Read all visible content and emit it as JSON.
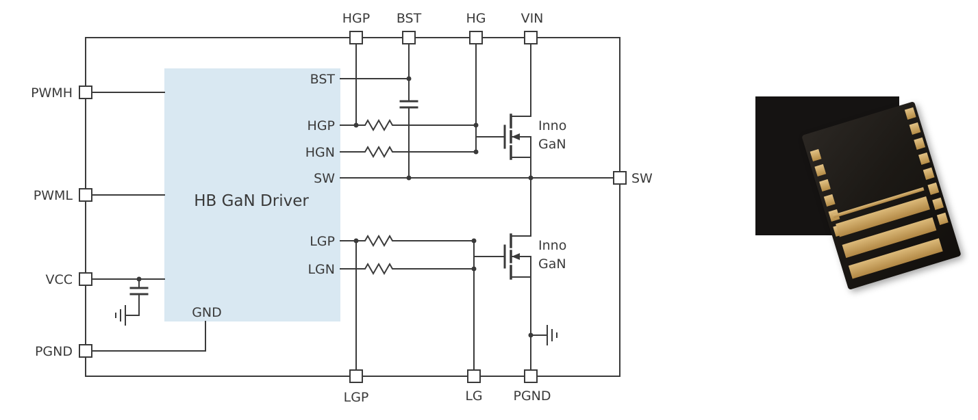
{
  "colors": {
    "line": "#3a3a3a",
    "text": "#3a3a3a",
    "driver_fill": "#d9e8f2",
    "page_bg": "#ffffff",
    "photo_bg": "#151312",
    "package_body": "#1c1915",
    "package_gold": "#c8a058"
  },
  "driver": {
    "label": "HB GaN Driver",
    "pins_right": [
      "BST",
      "HGP",
      "HGN",
      "SW",
      "LGP",
      "LGN"
    ],
    "pin_gnd": "GND"
  },
  "pins": {
    "top": [
      "HGP",
      "BST",
      "HG",
      "VIN"
    ],
    "left": [
      "PWMH",
      "PWML",
      "VCC",
      "PGND"
    ],
    "right": [
      "SW"
    ],
    "bottom": [
      "LGP",
      "LG",
      "PGND"
    ]
  },
  "fets": {
    "high_side": [
      "Inno",
      "GaN"
    ],
    "low_side": [
      "Inno",
      "GaN"
    ]
  }
}
